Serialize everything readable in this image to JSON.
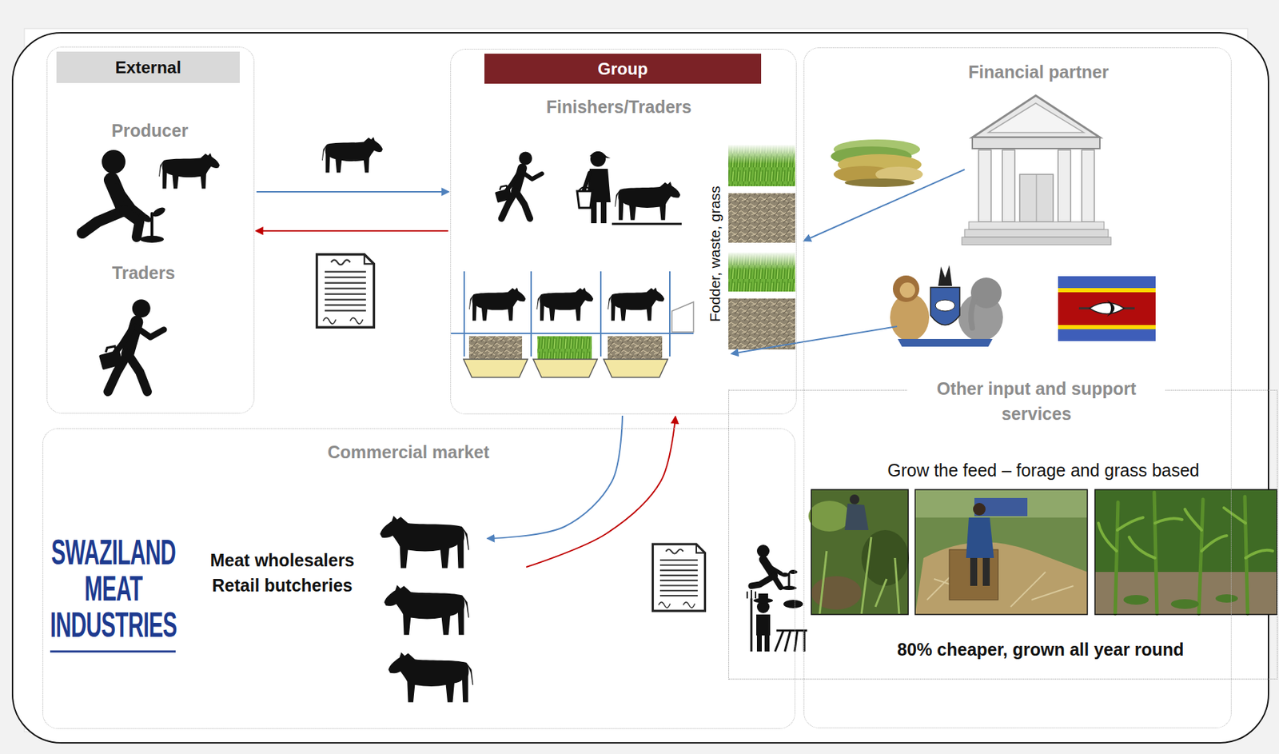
{
  "diagram": {
    "nodes": [
      {
        "text": [
          "External",
          "Producer",
          "Traders"
        ]
      },
      {
        "text": [
          "Group",
          "Finishers/Traders"
        ]
      },
      {
        "text": [
          "Fodder, waste, grass"
        ],
        "in": 1
      },
      {
        "text": [
          "Financial partner"
        ]
      },
      {
        "text": [
          "Commercial market",
          "Meat wholesalers Retail butcheries"
        ]
      },
      {
        "text": [
          "Other input and support services",
          "Grow the feed – forage and grass based",
          "80% cheaper, grown all year round"
        ]
      }
    ],
    "edges": [
      {
        "from": 0,
        "to": 1,
        "arrow": "to"
      },
      {
        "from": 1,
        "to": 0,
        "arrow": "to"
      },
      {
        "from": 1,
        "to": 4,
        "arrow": "to"
      },
      {
        "from": 4,
        "to": 1,
        "arrow": "to"
      },
      {
        "from": 3,
        "to": 2,
        "arrow": "to"
      },
      {
        "from": 3,
        "to": 1,
        "arrow": "to"
      }
    ],
    "labels": [
      "SWAZILAND MEAT INDUSTRIES"
    ]
  }
}
